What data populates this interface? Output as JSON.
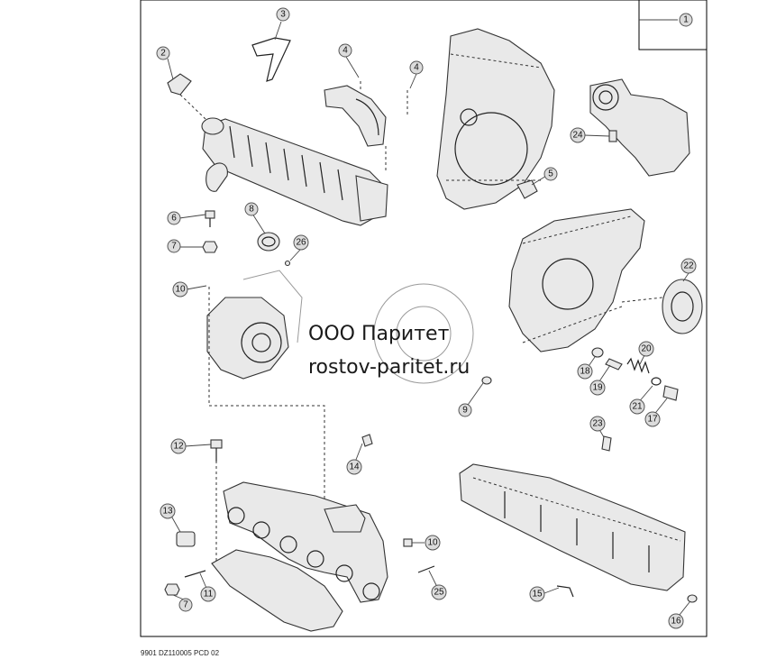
{
  "callouts": [
    {
      "id": "c1",
      "label": "1"
    },
    {
      "id": "c2",
      "label": "2"
    },
    {
      "id": "c3",
      "label": "3"
    },
    {
      "id": "c4a",
      "label": "4"
    },
    {
      "id": "c4b",
      "label": "4"
    },
    {
      "id": "c5",
      "label": "5"
    },
    {
      "id": "c6",
      "label": "6"
    },
    {
      "id": "c7a",
      "label": "7"
    },
    {
      "id": "c7b",
      "label": "7"
    },
    {
      "id": "c8",
      "label": "8"
    },
    {
      "id": "c9",
      "label": "9"
    },
    {
      "id": "c10a",
      "label": "10"
    },
    {
      "id": "c10b",
      "label": "10"
    },
    {
      "id": "c11",
      "label": "11"
    },
    {
      "id": "c12",
      "label": "12"
    },
    {
      "id": "c13",
      "label": "13"
    },
    {
      "id": "c14",
      "label": "14"
    },
    {
      "id": "c15",
      "label": "15"
    },
    {
      "id": "c16",
      "label": "16"
    },
    {
      "id": "c17",
      "label": "17"
    },
    {
      "id": "c18",
      "label": "18"
    },
    {
      "id": "c19",
      "label": "19"
    },
    {
      "id": "c20",
      "label": "20"
    },
    {
      "id": "c21",
      "label": "21"
    },
    {
      "id": "c22",
      "label": "22"
    },
    {
      "id": "c23",
      "label": "23"
    },
    {
      "id": "c24",
      "label": "24"
    },
    {
      "id": "c25",
      "label": "25"
    },
    {
      "id": "c26",
      "label": "26"
    }
  ],
  "watermark": {
    "line1": "ООО Паритет",
    "line2": "rostov-paritet.ru"
  },
  "footer_code": "9901  DZ110005  PCD  02"
}
